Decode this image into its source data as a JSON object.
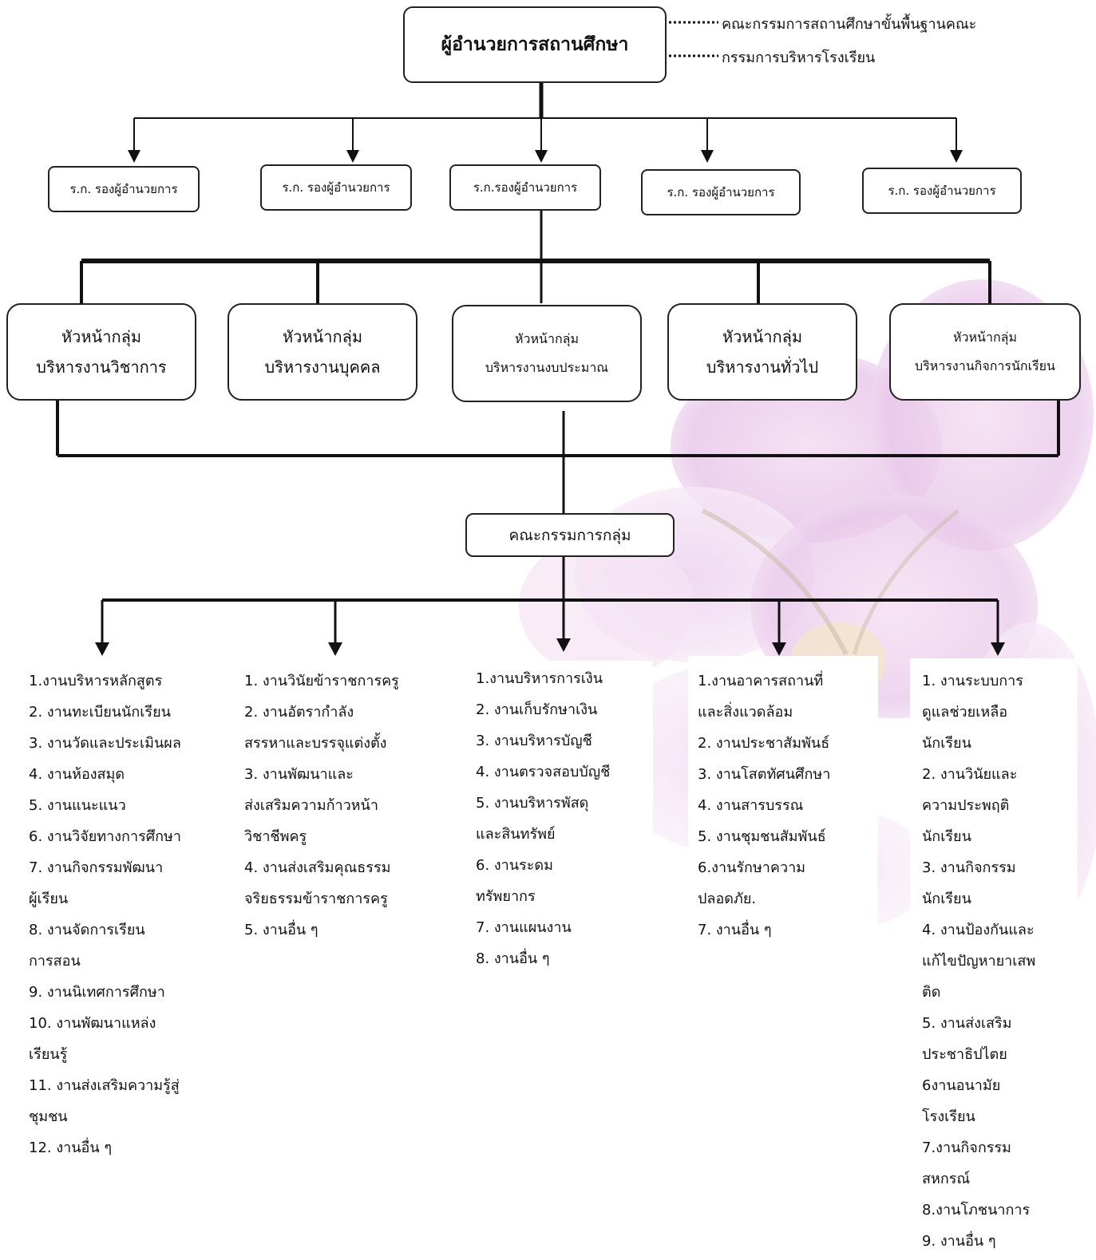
{
  "top": {
    "title": "ผู้อำนวยการสถานศึกษา",
    "side_1": "คณะกรรมการสถานศึกษาขั้นพื้นฐานคณะ",
    "side_2": "กรรมการบริหารโรงเรียน"
  },
  "deputies": [
    "ร.ก. รองผู้อำนวยการ",
    "ร.ก. รองผู้อำนวยการ",
    "ร.ก.รองผู้อำนวยการ",
    "ร.ก. รองผู้อำนวยการ",
    "ร.ก. รองผู้อำนวยการ"
  ],
  "groups": [
    {
      "line1": "หัวหน้ากลุ่ม",
      "line2": "บริหารงานวิชาการ"
    },
    {
      "line1": "หัวหน้ากลุ่ม",
      "line2": "บริหารงานบุคคล"
    },
    {
      "line1": "หัวหน้ากลุ่ม",
      "line2": "บริหารงานงบประมาณ"
    },
    {
      "line1": "หัวหน้ากลุ่ม",
      "line2": "บริหารงานทั่วไป"
    },
    {
      "line1": "หัวหน้ากลุ่ม",
      "line2": "บริหารงานกิจการนักเรียน"
    }
  ],
  "committee": "คณะกรรมการกลุ่ม",
  "columns": [
    [
      "1.งานบริหารหลักสูตร",
      "2. งานทะเบียนนักเรียน",
      "3. งานวัดและประเมินผล",
      "4. งานห้องสมุด",
      "5. งานแนะแนว",
      "6. งานวิจัยทางการศึกษา",
      "7. งานกิจกรรมพัฒนา",
      "ผู้เรียน",
      "8. งานจัดการเรียน",
      " การสอน",
      "9. งานนิเทศการศึกษา",
      "10. งานพัฒนาแหล่ง",
      "เรียนรู้",
      "11. งานส่งเสริมความรู้สู่",
      "ชุมชน",
      "12. งานอื่น ๆ"
    ],
    [
      "1. งานวินัยข้าราชการครู",
      "2. งานอัตรากำลัง",
      "สรรหาและบรรจุแต่งตั้ง",
      "3. งานพัฒนาและ",
      "ส่งเสริมความก้าวหน้า",
      "วิชาชีพครู",
      "4. งานส่งเสริมคุณธรรม",
      "จริยธรรมข้าราชการครู",
      "5. งานอื่น ๆ"
    ],
    [
      "1.งานบริหารการเงิน",
      "2. งานเก็บรักษาเงิน",
      "3. งานบริหารบัญชี",
      "4. งานตรวจสอบบัญชี",
      "5. งานบริหารพัสดุ",
      "และสินทรัพย์",
      "6. งานระดม",
      "ทรัพยากร",
      "7. งานแผนงาน",
      "8. งานอื่น ๆ"
    ],
    [
      "1.งานอาคารสถานที่",
      "และสิ่งแวดล้อม",
      "2. งานประชาสัมพันธ์",
      "3. งานโสตทัศนศึกษา",
      "4. งานสารบรรณ",
      "5. งานชุมชนสัมพันธ์",
      "6.งานรักษาความ",
      "ปลอดภัย.",
      "7. งานอื่น ๆ"
    ],
    [
      "1. งานระบบการ",
      "ดูแลช่วยเหลือ",
      "นักเรียน",
      "2. งานวินัยและ",
      "ความประพฤติ",
      "นักเรียน",
      "3. งานกิจกรรม",
      "นักเรียน",
      "4. งานป้องกันและ",
      "แก้ไขปัญหายาเสพ",
      "ติด",
      "5. งานส่งเสริม",
      "ประชาธิปไตย",
      "6งานอนามัย",
      "โรงเรียน",
      "7.งานกิจกรรม",
      "สหกรณ์",
      "8.งานโภชนาการ",
      "9. งานอื่น ๆ"
    ]
  ],
  "colors": {
    "line": "#111111",
    "flower": "#e9c6ea"
  }
}
